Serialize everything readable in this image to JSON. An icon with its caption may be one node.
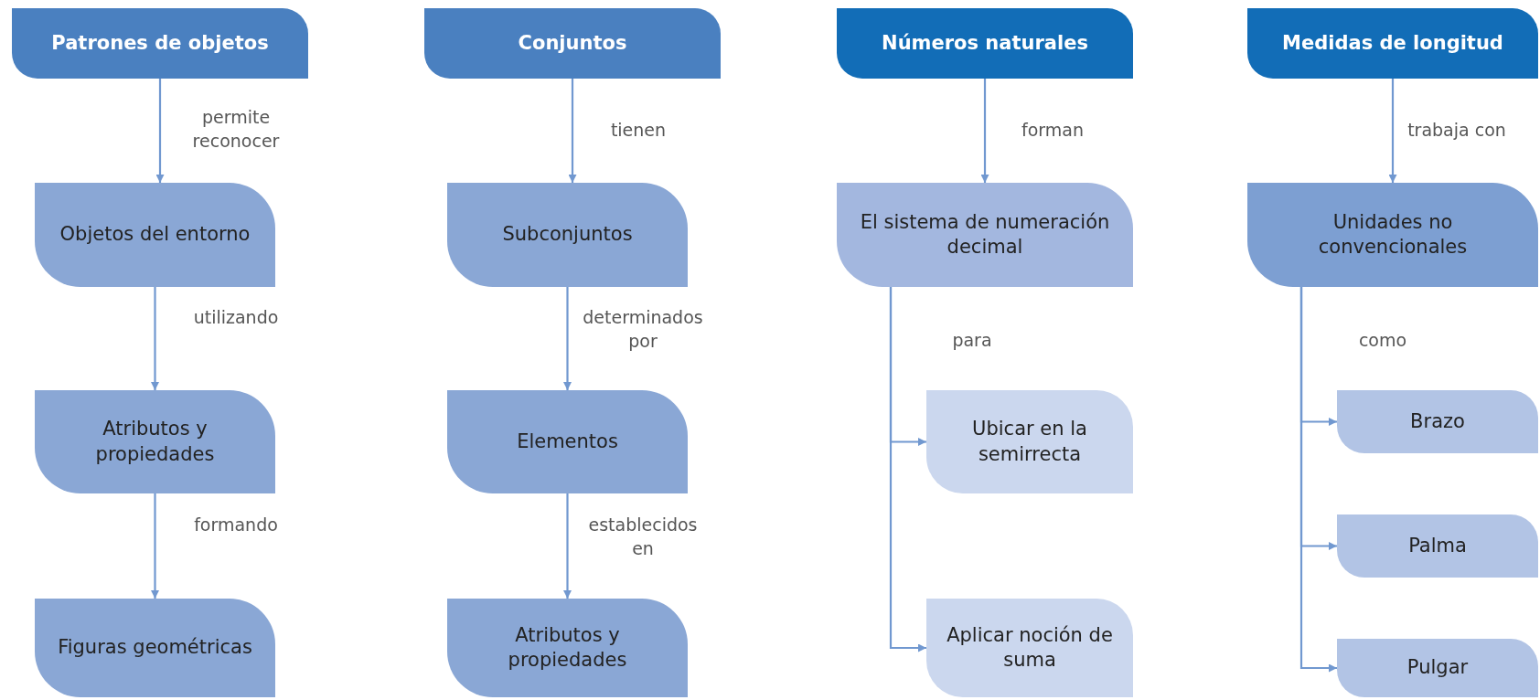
{
  "diagram": {
    "nodes": [
      {
        "text": [
          "Patrones de objetos"
        ]
      },
      {
        "text": [
          "Objetos del entorno"
        ]
      },
      {
        "text": [
          "Atributos y propiedades"
        ]
      },
      {
        "text": [
          "Figuras geométricas"
        ]
      },
      {
        "text": [
          "Conjuntos"
        ]
      },
      {
        "text": [
          "Subconjuntos"
        ]
      },
      {
        "text": [
          "Elementos"
        ]
      },
      {
        "text": [
          "Atributos y propiedades"
        ]
      },
      {
        "text": [
          "Números naturales"
        ]
      },
      {
        "text": [
          "El sistema de numeración decimal"
        ]
      },
      {
        "text": [
          "Ubicar en la semirrecta"
        ]
      },
      {
        "text": [
          "Aplicar noción de suma"
        ]
      },
      {
        "text": [
          "Medidas de longitud"
        ]
      },
      {
        "text": [
          "Unidades no convencionales"
        ]
      },
      {
        "text": [
          "Brazo"
        ]
      },
      {
        "text": [
          "Palma"
        ]
      },
      {
        "text": [
          "Pulgar"
        ]
      }
    ],
    "edges": [
      {
        "from": 0,
        "to": 1,
        "arrow": "to",
        "label": "permite reconocer"
      },
      {
        "from": 1,
        "to": 2,
        "arrow": "to",
        "label": "utilizando"
      },
      {
        "from": 2,
        "to": 3,
        "arrow": "to",
        "label": "formando"
      },
      {
        "from": 4,
        "to": 5,
        "arrow": "to",
        "label": "tienen"
      },
      {
        "from": 5,
        "to": 6,
        "arrow": "to",
        "label": "determinados por"
      },
      {
        "from": 6,
        "to": 7,
        "arrow": "to",
        "label": "establecidos en"
      },
      {
        "from": 8,
        "to": 9,
        "arrow": "to",
        "label": "forman"
      },
      {
        "from": 9,
        "to": 10,
        "arrow": "to",
        "label": "para"
      },
      {
        "from": 9,
        "to": 11,
        "arrow": "to"
      },
      {
        "from": 12,
        "to": 13,
        "arrow": "to",
        "label": "trabaja con"
      },
      {
        "from": 13,
        "to": 14,
        "arrow": "to",
        "label": "como"
      },
      {
        "from": 13,
        "to": 15,
        "arrow": "to"
      },
      {
        "from": 13,
        "to": 16,
        "arrow": "to"
      }
    ]
  }
}
